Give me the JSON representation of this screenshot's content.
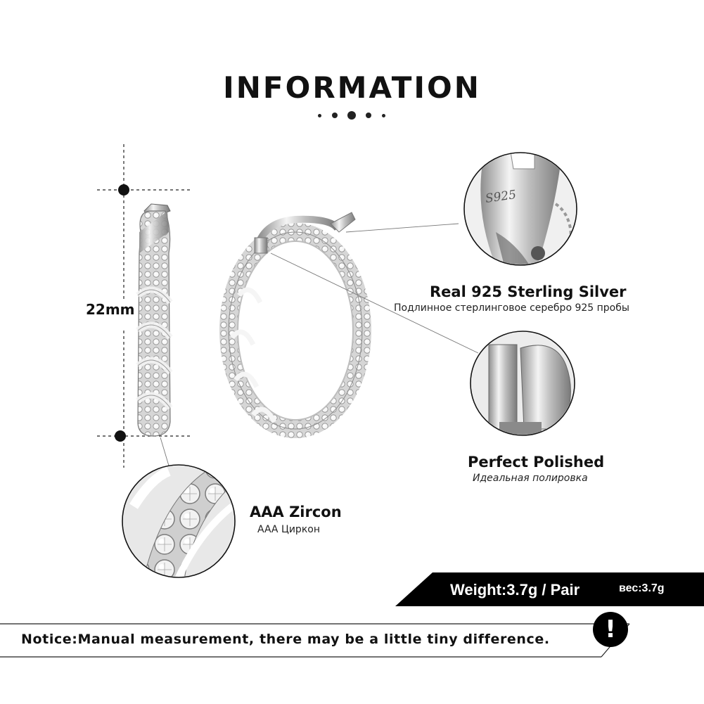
{
  "title": "INFORMATION",
  "dimension": {
    "height_label": "22mm"
  },
  "features": [
    {
      "title": "Real 925  Sterling  Silver",
      "subtitle": "Подлинное стерлинговое серебро 925 пробы",
      "stamp": "S925"
    },
    {
      "title": "Perfect  Polished",
      "subtitle": "Идеальная полировка"
    },
    {
      "title": "AAA  Zircon",
      "subtitle": "AAA Циркон"
    }
  ],
  "weight": {
    "label": "Weight:3.7g / Pair",
    "label_ru": "вес:3.7g"
  },
  "notice": {
    "text": "Notice:Manual measurement, there may be a little tiny difference.",
    "icon_glyph": "!"
  },
  "colors": {
    "text": "#111111",
    "band": "#000000",
    "metal": "#c9c9c9",
    "background": "#ffffff"
  },
  "icons": [
    "exclamation-icon"
  ]
}
